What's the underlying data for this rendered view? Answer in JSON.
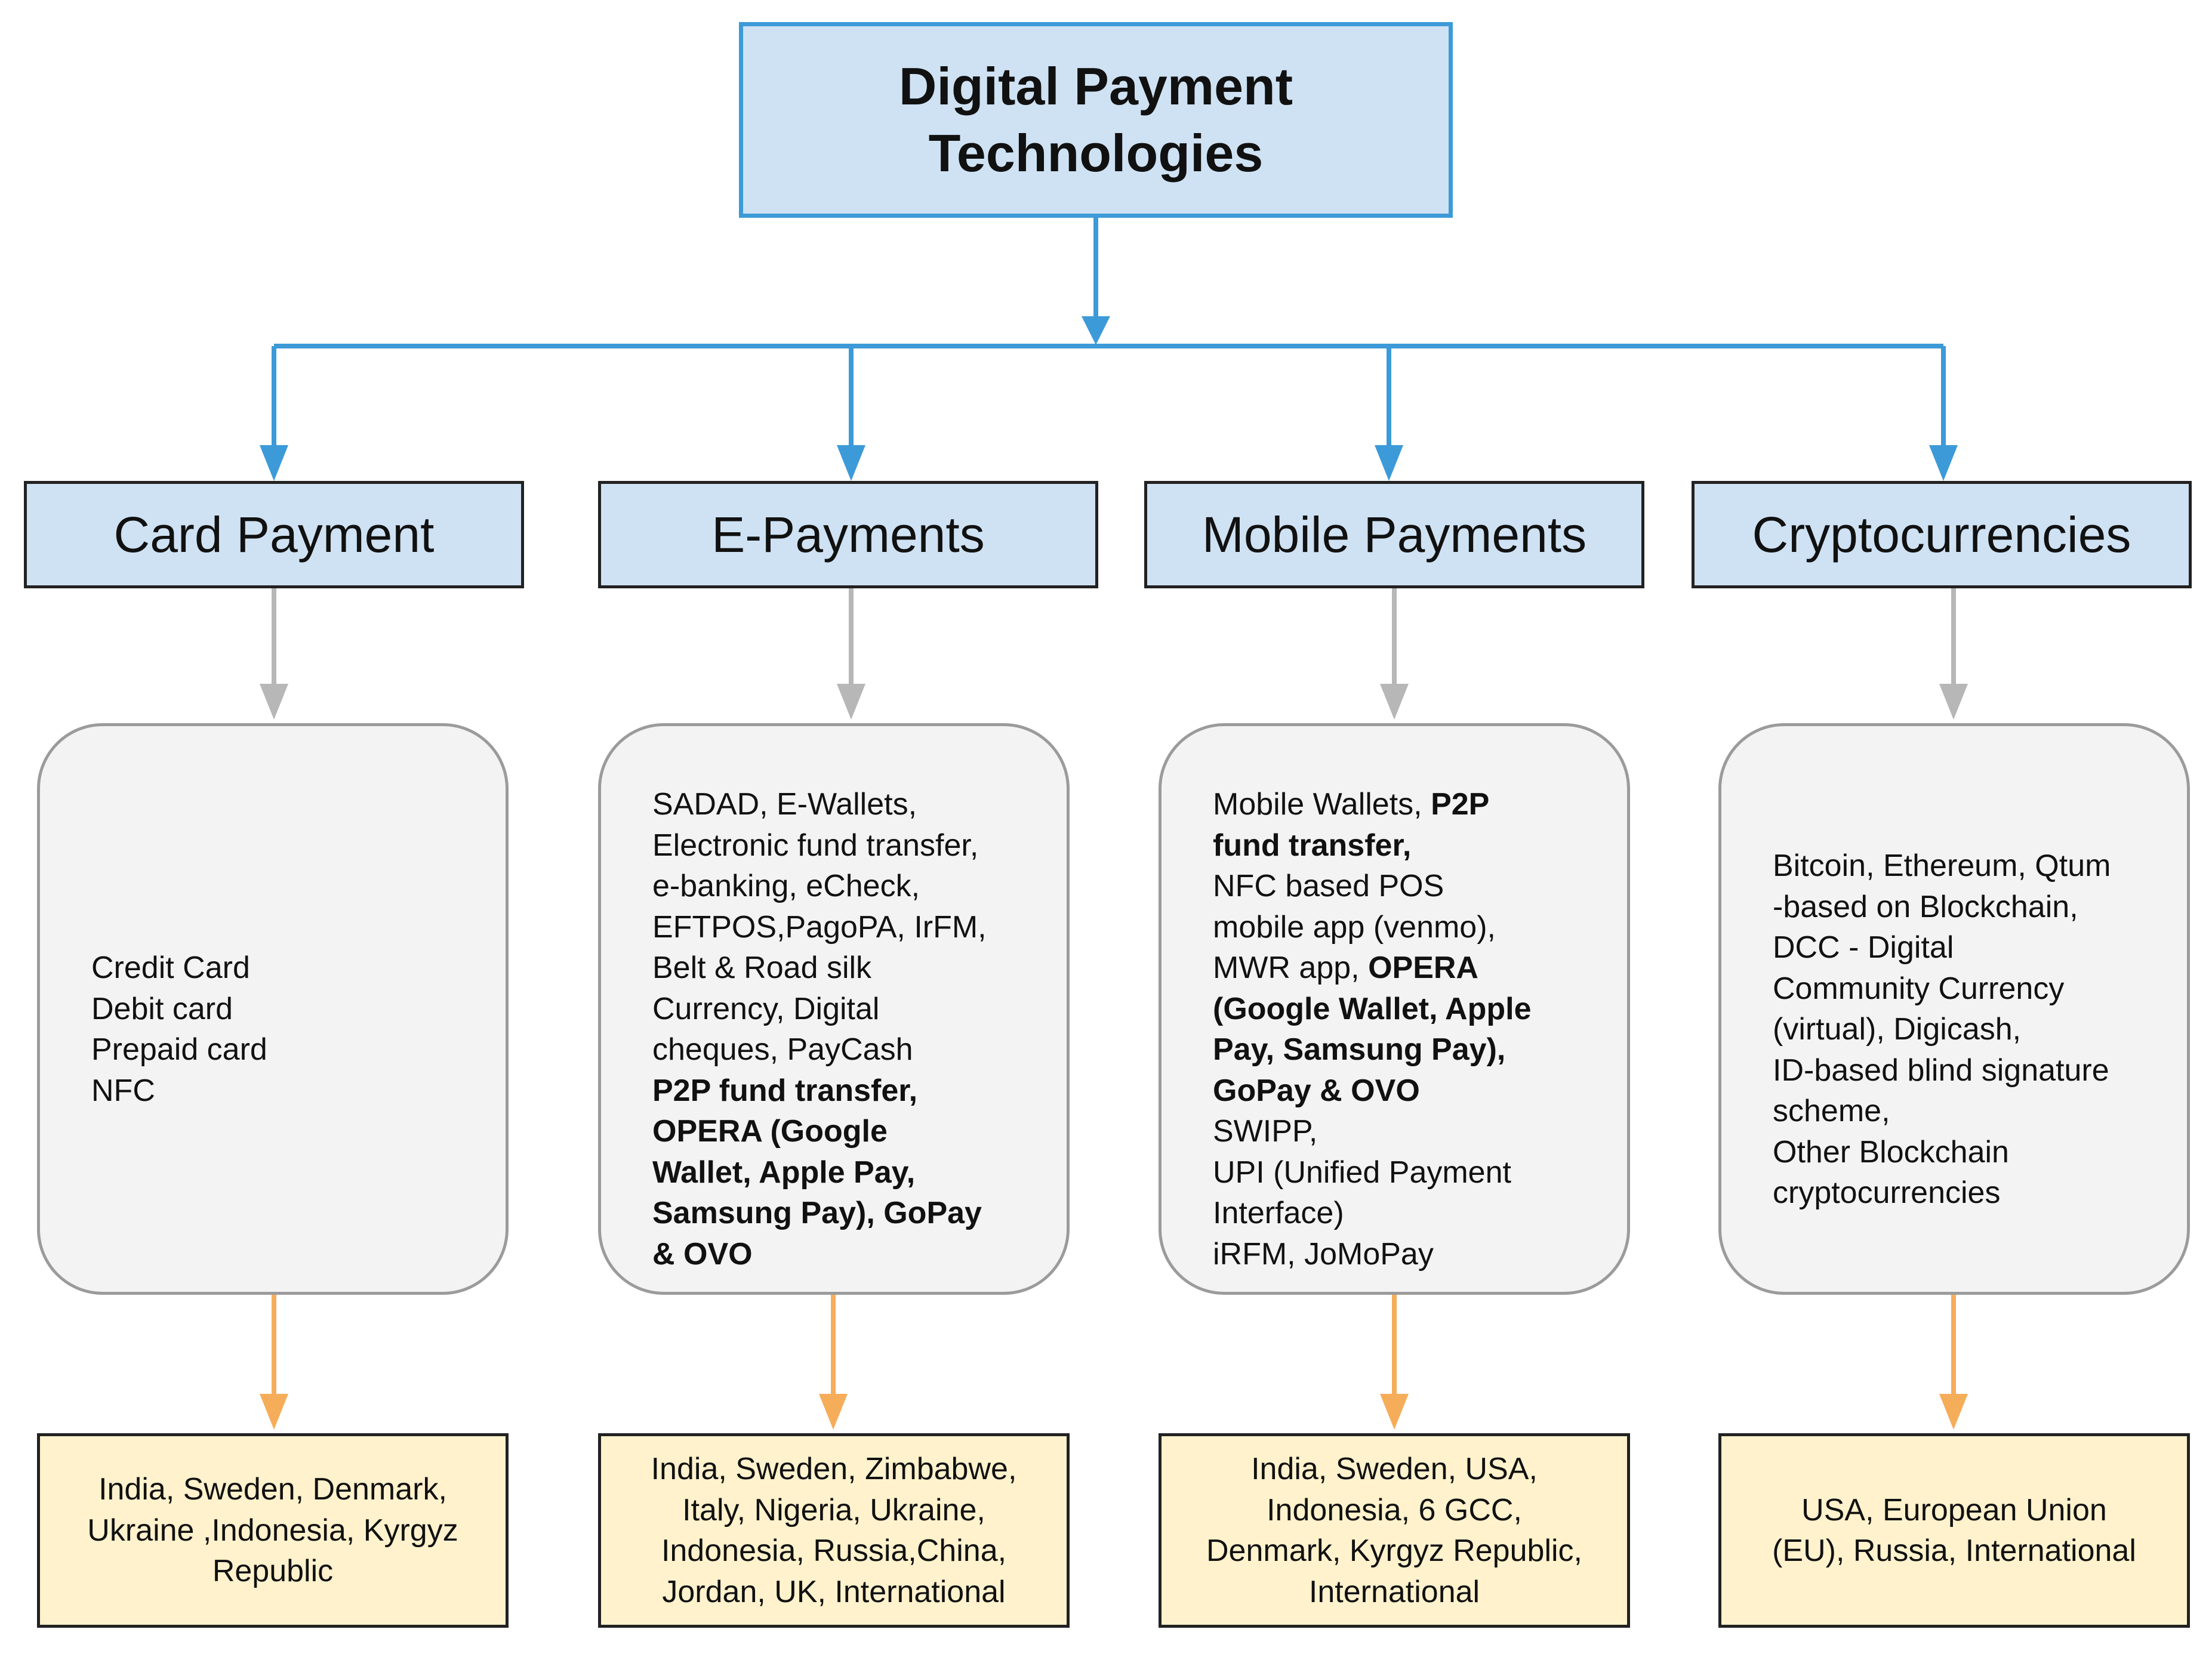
{
  "title": "Digital Payment\nTechnologies",
  "colors": {
    "top_arrow": "#3d9ad8",
    "mid_arrow": "#b7b7b7",
    "bottom_arrow": "#f6ad5a",
    "title_fill": "#cfe2f3",
    "category_fill": "#cfe2f3",
    "tech_fill": "#f3f3f3",
    "country_fill": "#fff2cc"
  },
  "columns": [
    {
      "category": "Card Payment",
      "technologies": [
        {
          "text": "Credit Card\nDebit card\nPrepaid card\nNFC",
          "bold": false
        }
      ],
      "countries": "India, Sweden, Denmark,\nUkraine ,Indonesia, Kyrgyz\nRepublic"
    },
    {
      "category": "E-Payments",
      "technologies": [
        {
          "text": "SADAD, E-Wallets,\nElectronic fund transfer,\ne-banking, eCheck,\nEFTPOS,PagoPA, IrFM,\nBelt & Road silk\nCurrency, Digital\ncheques, PayCash\n",
          "bold": false
        },
        {
          "text": "P2P fund transfer,\nOPERA (Google\nWallet, Apple Pay,\nSamsung Pay), GoPay\n& OVO",
          "bold": true
        }
      ],
      "countries": "India, Sweden, Zimbabwe,\nItaly, Nigeria, Ukraine,\nIndonesia, Russia,China,\nJordan, UK, International"
    },
    {
      "category": "Mobile Payments",
      "technologies": [
        {
          "text": "Mobile Wallets, ",
          "bold": false
        },
        {
          "text": "P2P\nfund transfer,",
          "bold": true
        },
        {
          "text": "\nNFC based POS\nmobile app (venmo),\nMWR app, ",
          "bold": false
        },
        {
          "text": "OPERA\n(Google Wallet, Apple\nPay, Samsung Pay),\nGoPay & OVO",
          "bold": true
        },
        {
          "text": "\nSWIPP,\nUPI (Unified Payment\nInterface)\niRFM, JoMoPay",
          "bold": false
        }
      ],
      "countries": "India, Sweden, USA,\nIndonesia, 6 GCC,\nDenmark, Kyrgyz Republic,\nInternational"
    },
    {
      "category": "Cryptocurrencies",
      "technologies": [
        {
          "text": "Bitcoin, Ethereum, Qtum\n-based on Blockchain,\nDCC - Digital\nCommunity Currency\n(virtual), Digicash,\nID-based blind signature\nscheme,\nOther Blockchain\ncryptocurrencies",
          "bold": false
        }
      ],
      "countries": "USA, European Union\n(EU), Russia, International"
    }
  ]
}
